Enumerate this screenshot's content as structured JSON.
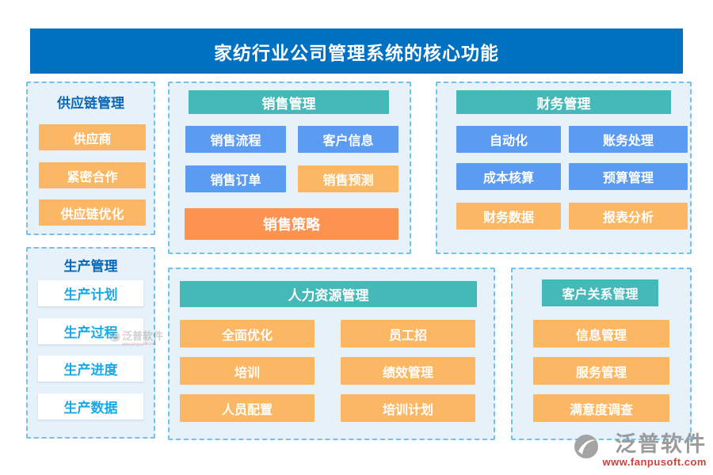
{
  "title": "家纺行业公司管理系统的核心功能",
  "panels": {
    "supply_chain": {
      "title": "供应链管理",
      "items": [
        "供应商",
        "紧密合作",
        "供应链优化"
      ]
    },
    "production": {
      "title": "生产管理",
      "items": [
        "生产计划",
        "生产过程",
        "生产进度",
        "生产数据"
      ]
    },
    "sales": {
      "header": "销售管理",
      "items": [
        "销售流程",
        "客户信息",
        "销售订单",
        "销售预测",
        "销售策略"
      ]
    },
    "finance": {
      "header": "财务管理",
      "items": [
        "自动化",
        "账务处理",
        "成本核算",
        "预算管理",
        "财务数据",
        "报表分析"
      ]
    },
    "hr": {
      "header": "人力资源管理",
      "items": [
        "全面优化",
        "员工招",
        "培训",
        "绩效管理",
        "人员配置",
        "培训计划"
      ]
    },
    "crm": {
      "header": "客户关系管理",
      "items": [
        "信息管理",
        "服务管理",
        "满意度调查"
      ]
    }
  },
  "branding": {
    "name": "泛普软件",
    "url": "www.fanpusoft.com"
  },
  "colors": {
    "banner_blue": "#0070c0",
    "teal_header": "#45b8b8",
    "blue_button": "#5b9bf2",
    "orange_button": "#fbb763",
    "deep_orange_button": "#fc9350",
    "panel_bg": "#e6f1fa",
    "dashed_border": "#6ec3ee",
    "panel_title_blue": "#0a67b6",
    "white_button_text": "#19a7e8",
    "brand_gray": "#9b9b9b",
    "url_red": "#d0413b"
  }
}
